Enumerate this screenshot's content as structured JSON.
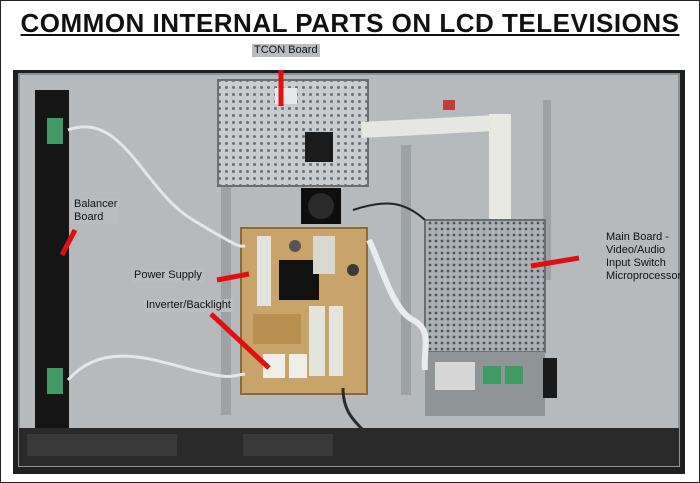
{
  "title": "COMMON INTERNAL PARTS ON LCD TELEVISIONS",
  "labels": {
    "tcon": "TCON Board",
    "balancer_line1": "Balancer",
    "balancer_line2": "Board",
    "power_supply": "Power Supply",
    "inverter": "Inverter/Backlight",
    "main_line1": "Main Board -",
    "main_line2": "Video/Audio",
    "main_line3": "Input Switch",
    "main_line4": "Microprocessor"
  },
  "colors": {
    "pointer": "#e01010",
    "chassis": "#b6babd",
    "pcb": "#c9a46a"
  }
}
